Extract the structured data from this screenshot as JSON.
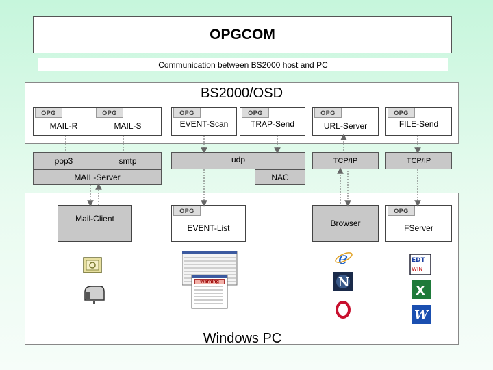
{
  "title": "OPGCOM",
  "subtitle": "Communication between BS2000 host and PC",
  "host": {
    "label": "BS2000/OSD",
    "components": [
      {
        "label": "MAIL-R"
      },
      {
        "label": "MAIL-S"
      },
      {
        "label": "EVENT-Scan"
      },
      {
        "label": "TRAP-Send"
      },
      {
        "label": "URL-Server"
      },
      {
        "label": "FILE-Send"
      }
    ]
  },
  "logo_text": "OPG",
  "protocols": {
    "pop3": "pop3",
    "smtp": "smtp",
    "mail_server": "MAIL-Server",
    "udp": "udp",
    "nac": "NAC",
    "tcpip_1": "TCP/IP",
    "tcpip_2": "TCP/IP"
  },
  "pc": {
    "label": "Windows PC",
    "components": [
      {
        "label": "Mail-Client"
      },
      {
        "label": "EVENT-List"
      },
      {
        "label": "Browser"
      },
      {
        "label": "FServer"
      }
    ],
    "warning_label": "Warning"
  },
  "colors": {
    "background_top": "#c6f6dc",
    "box_gray": "#c8c8c8",
    "connector": "#666666"
  }
}
